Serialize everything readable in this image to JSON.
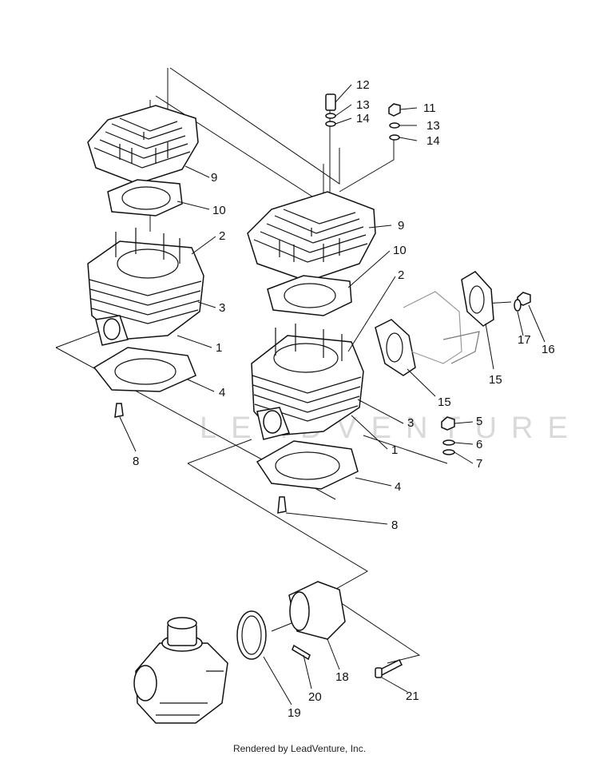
{
  "watermark": "LEADVENTURE",
  "footer": "Rendered by LeadVenture, Inc.",
  "callouts": {
    "c1a": "1",
    "c1b": "1",
    "c2a": "2",
    "c2b": "2",
    "c3a": "3",
    "c3b": "3",
    "c4a": "4",
    "c4b": "4",
    "c5": "5",
    "c6": "6",
    "c7": "7",
    "c8a": "8",
    "c8b": "8",
    "c9a": "9",
    "c9b": "9",
    "c10a": "10",
    "c10b": "10",
    "c11": "11",
    "c12": "12",
    "c13a": "13",
    "c13b": "13",
    "c14a": "14",
    "c14b": "14",
    "c15a": "15",
    "c15b": "15",
    "c16": "16",
    "c17": "17",
    "c18": "18",
    "c19": "19",
    "c20": "20",
    "c21": "21"
  }
}
